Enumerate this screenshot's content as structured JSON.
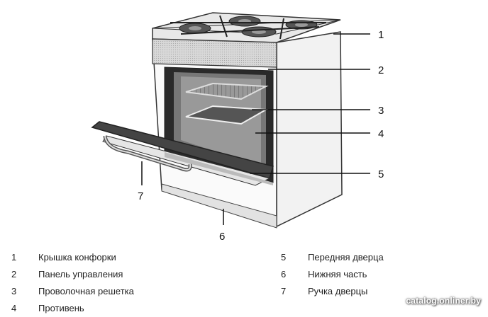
{
  "diagram": {
    "callouts": [
      "1",
      "2",
      "3",
      "4",
      "5",
      "6",
      "7"
    ]
  },
  "legend": {
    "items": [
      {
        "num": "1",
        "label": "Крышка конфорки"
      },
      {
        "num": "2",
        "label": "Панель управления"
      },
      {
        "num": "3",
        "label": "Проволочная решетка"
      },
      {
        "num": "4",
        "label": "Противень"
      },
      {
        "num": "5",
        "label": "Передняя дверца"
      },
      {
        "num": "6",
        "label": "Нижняя часть"
      },
      {
        "num": "7",
        "label": "Ручка дверцы"
      }
    ]
  },
  "watermark": "catalog.onliner.by"
}
